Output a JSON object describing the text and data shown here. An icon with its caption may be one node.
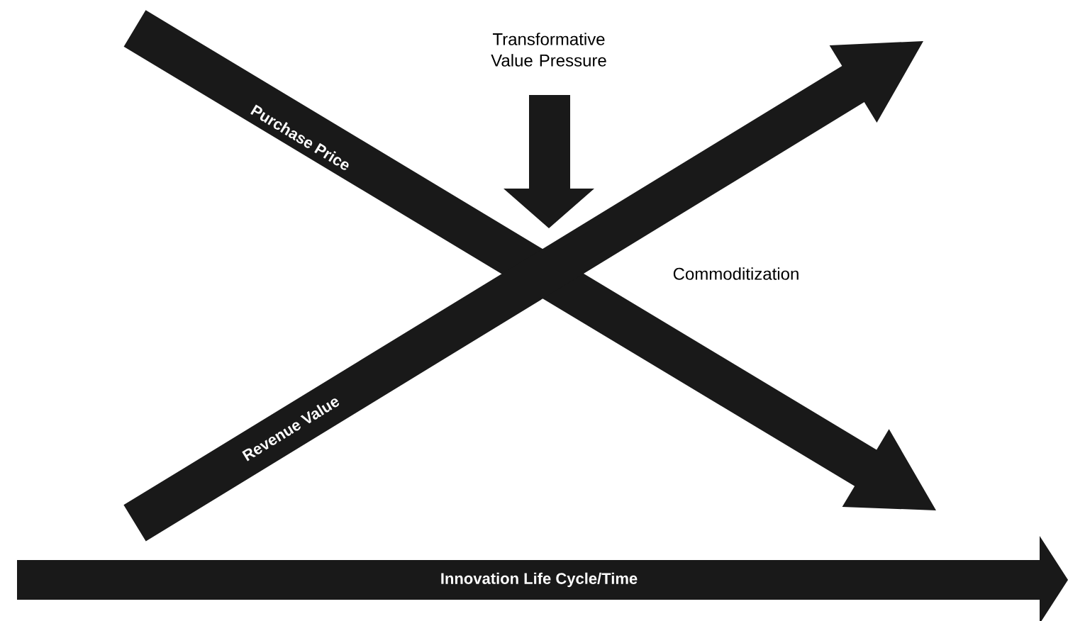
{
  "diagram": {
    "nodes": [
      {
        "text": [
          "Purchase Price"
        ]
      },
      {
        "text": [
          "Revenue Value"
        ]
      },
      {
        "text": [
          "Innovation Life Cycle/Time"
        ]
      }
    ],
    "labels": [
      "Transformative Value Pressure",
      "Commoditization"
    ]
  }
}
